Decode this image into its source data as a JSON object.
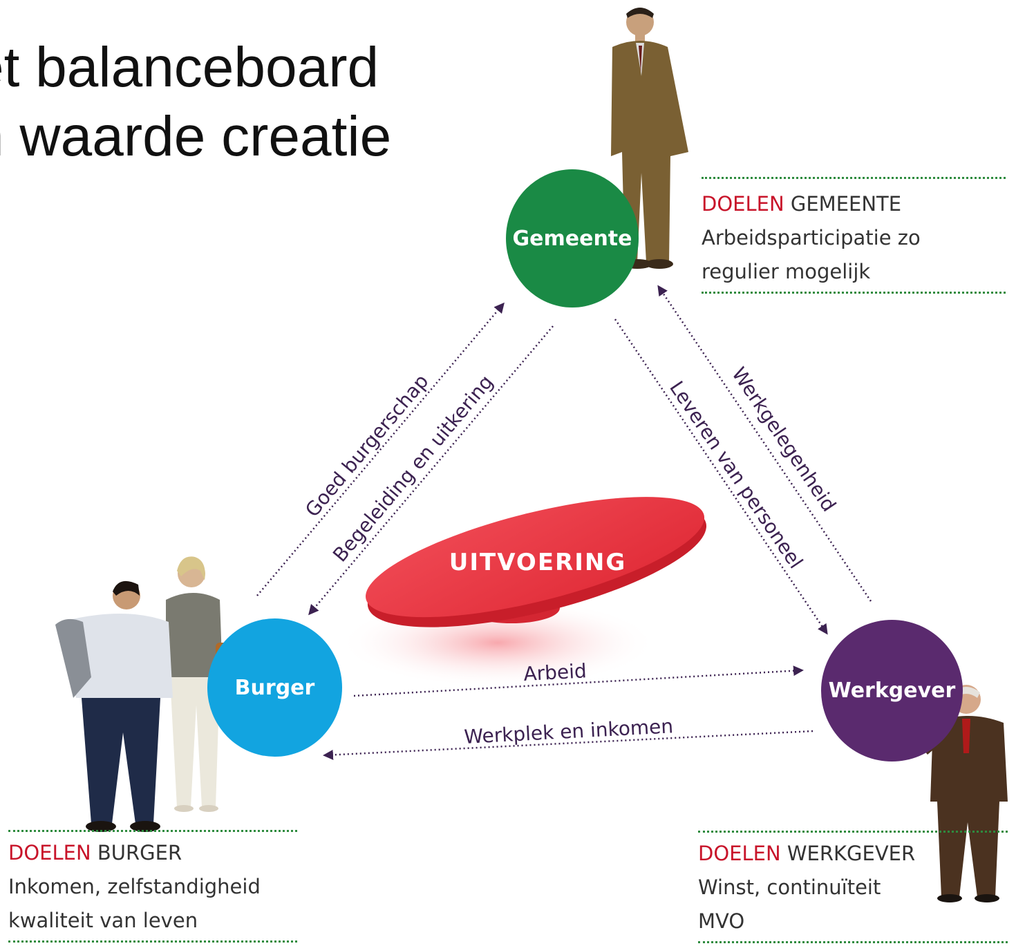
{
  "title": {
    "line1": "et balanceboard",
    "line2": "n waarde creatie"
  },
  "nodes": {
    "gemeente": "Gemeente",
    "burger": "Burger",
    "werkgever": "Werkgever"
  },
  "center_label": "UITVOERING",
  "edges": {
    "goed_burgerschap": "Goed burgerschap",
    "begeleiding": "Begeleiding en uitkering",
    "leveren": "Leveren van personeel",
    "werkgelegenheid": "Werkgelegenheid",
    "arbeid": "Arbeid",
    "werkplek": "Werkplek en inkomen"
  },
  "goals": {
    "gemeente": {
      "prefix": "DOELEN",
      "name": "GEMEENTE",
      "line1": "Arbeidsparticipatie zo",
      "line2": "regulier mogelijk"
    },
    "burger": {
      "prefix": "DOELEN",
      "name": "BURGER",
      "line1": "Inkomen, zelfstandigheid",
      "line2": "kwaliteit van leven"
    },
    "werkgever": {
      "prefix": "DOELEN",
      "name": "WERKGEVER",
      "line1": "Winst, continuïteit",
      "line2": "MVO"
    }
  },
  "colors": {
    "gemeente": "#1a8a45",
    "burger": "#12a4e0",
    "werkgever": "#5a2a6e",
    "board": "#e8323c",
    "accent_red": "#c8142a",
    "arrow": "#3c2251"
  }
}
